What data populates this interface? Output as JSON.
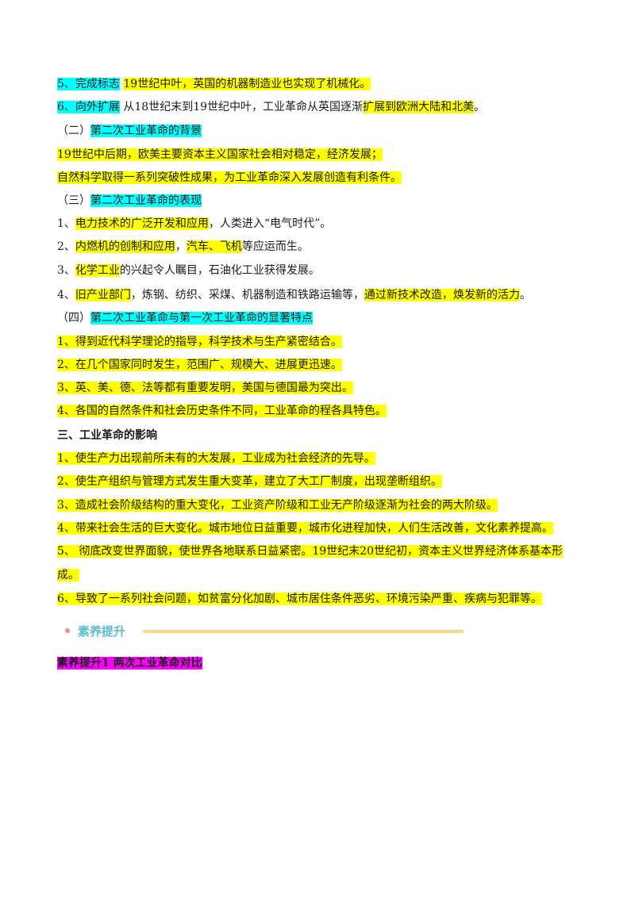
{
  "lines": {
    "l1_a": "5、完成标志",
    "l1_b": "19世纪中叶，英国的机器制造业也实现了机械化。",
    "l2_a": "6、向外扩展",
    "l2_b": "从18世纪末到19世纪中叶，工业革命从英国逐渐",
    "l2_c": "扩展到欧洲大陆和北美",
    "l2_d": "。",
    "h2_a": "（二）",
    "h2_b": "第二次工业革命的背景",
    "bg1": "19世纪中后期，欧美主要资本主义国家社会相对稳定，经济发展；",
    "bg2": "自然科学取得一系列突破性成果，为工业革命深入发展创造有利条件。",
    "h3_a": "（三）",
    "h3_b": "第二次工业革命的表现",
    "p1_a": "1、",
    "p1_b": "电力技术的广泛开发和应用",
    "p1_c": "，人类进入“电气时代”。",
    "p2_a": "2、",
    "p2_b": "内燃机的创制和应用",
    "p2_c": "，",
    "p2_d": "汽车、飞机",
    "p2_e": "等应运而生。",
    "p3_a": "3、",
    "p3_b": "化学工业",
    "p3_c": "的兴起令人瞩目，石油化工业获得发展。",
    "p4_a": "4、",
    "p4_b": "旧产业部门",
    "p4_c": "，炼钢、纺织、采煤、机器制造和铁路运输等，",
    "p4_d": "通过新技术改造，焕发新的活力",
    "p4_e": "。",
    "h4_a": "（四）",
    "h4_b": "第二次工业革命与第一次工业革命的显著特点",
    "f1": "1、得到近代科学理论的指导，科学技术与生产紧密结合。",
    "f2": "2、在几个国家同时发生，范围广、规模大、进展更迅速。",
    "f3": "3、英、美、德、法等都有重要发明，美国与德国最为突出。",
    "f4": "4、各国的自然条件和社会历史条件不同，工业革命的程各具特色。",
    "h5": "三、工业革命的影响",
    "i1": "1、使生产力出现前所未有的大发展，工业成为社会经济的先导。",
    "i2": "2、使生产组织与管理方式发生重大变革，建立了大工厂制度，出现垄断组织。",
    "i3": "3、造成社会阶级结构的重大变化，工业资产阶级和工业无产阶级逐渐为社会的两大阶级。",
    "i4": "4、带来社会生活的巨大变化。城市地位日益重要，城市化进程加快，人们生活改善，文化素养提高。",
    "i5a": "5、 彻底改变世界面貌，使世界各地联系日益紧密。19世纪末20世纪初，资本主义世界经济体系基本形",
    "i5b": "成。",
    "i6": "6、导致了一系列社会问题，如贫富分化加剧、城市居住条件恶劣、环境污染严重、疾病与犯罪等。"
  },
  "banner": {
    "title": "素养提升"
  },
  "subhead": "素养提升1 两次工业革命对比",
  "colors": {
    "yellow": "#ffff00",
    "cyan": "#00ffff",
    "magenta": "#ff00ff",
    "banner_text": "#5bbccd",
    "banner_rule": "#f6d58c",
    "banner_dot": "#f08a8a"
  }
}
